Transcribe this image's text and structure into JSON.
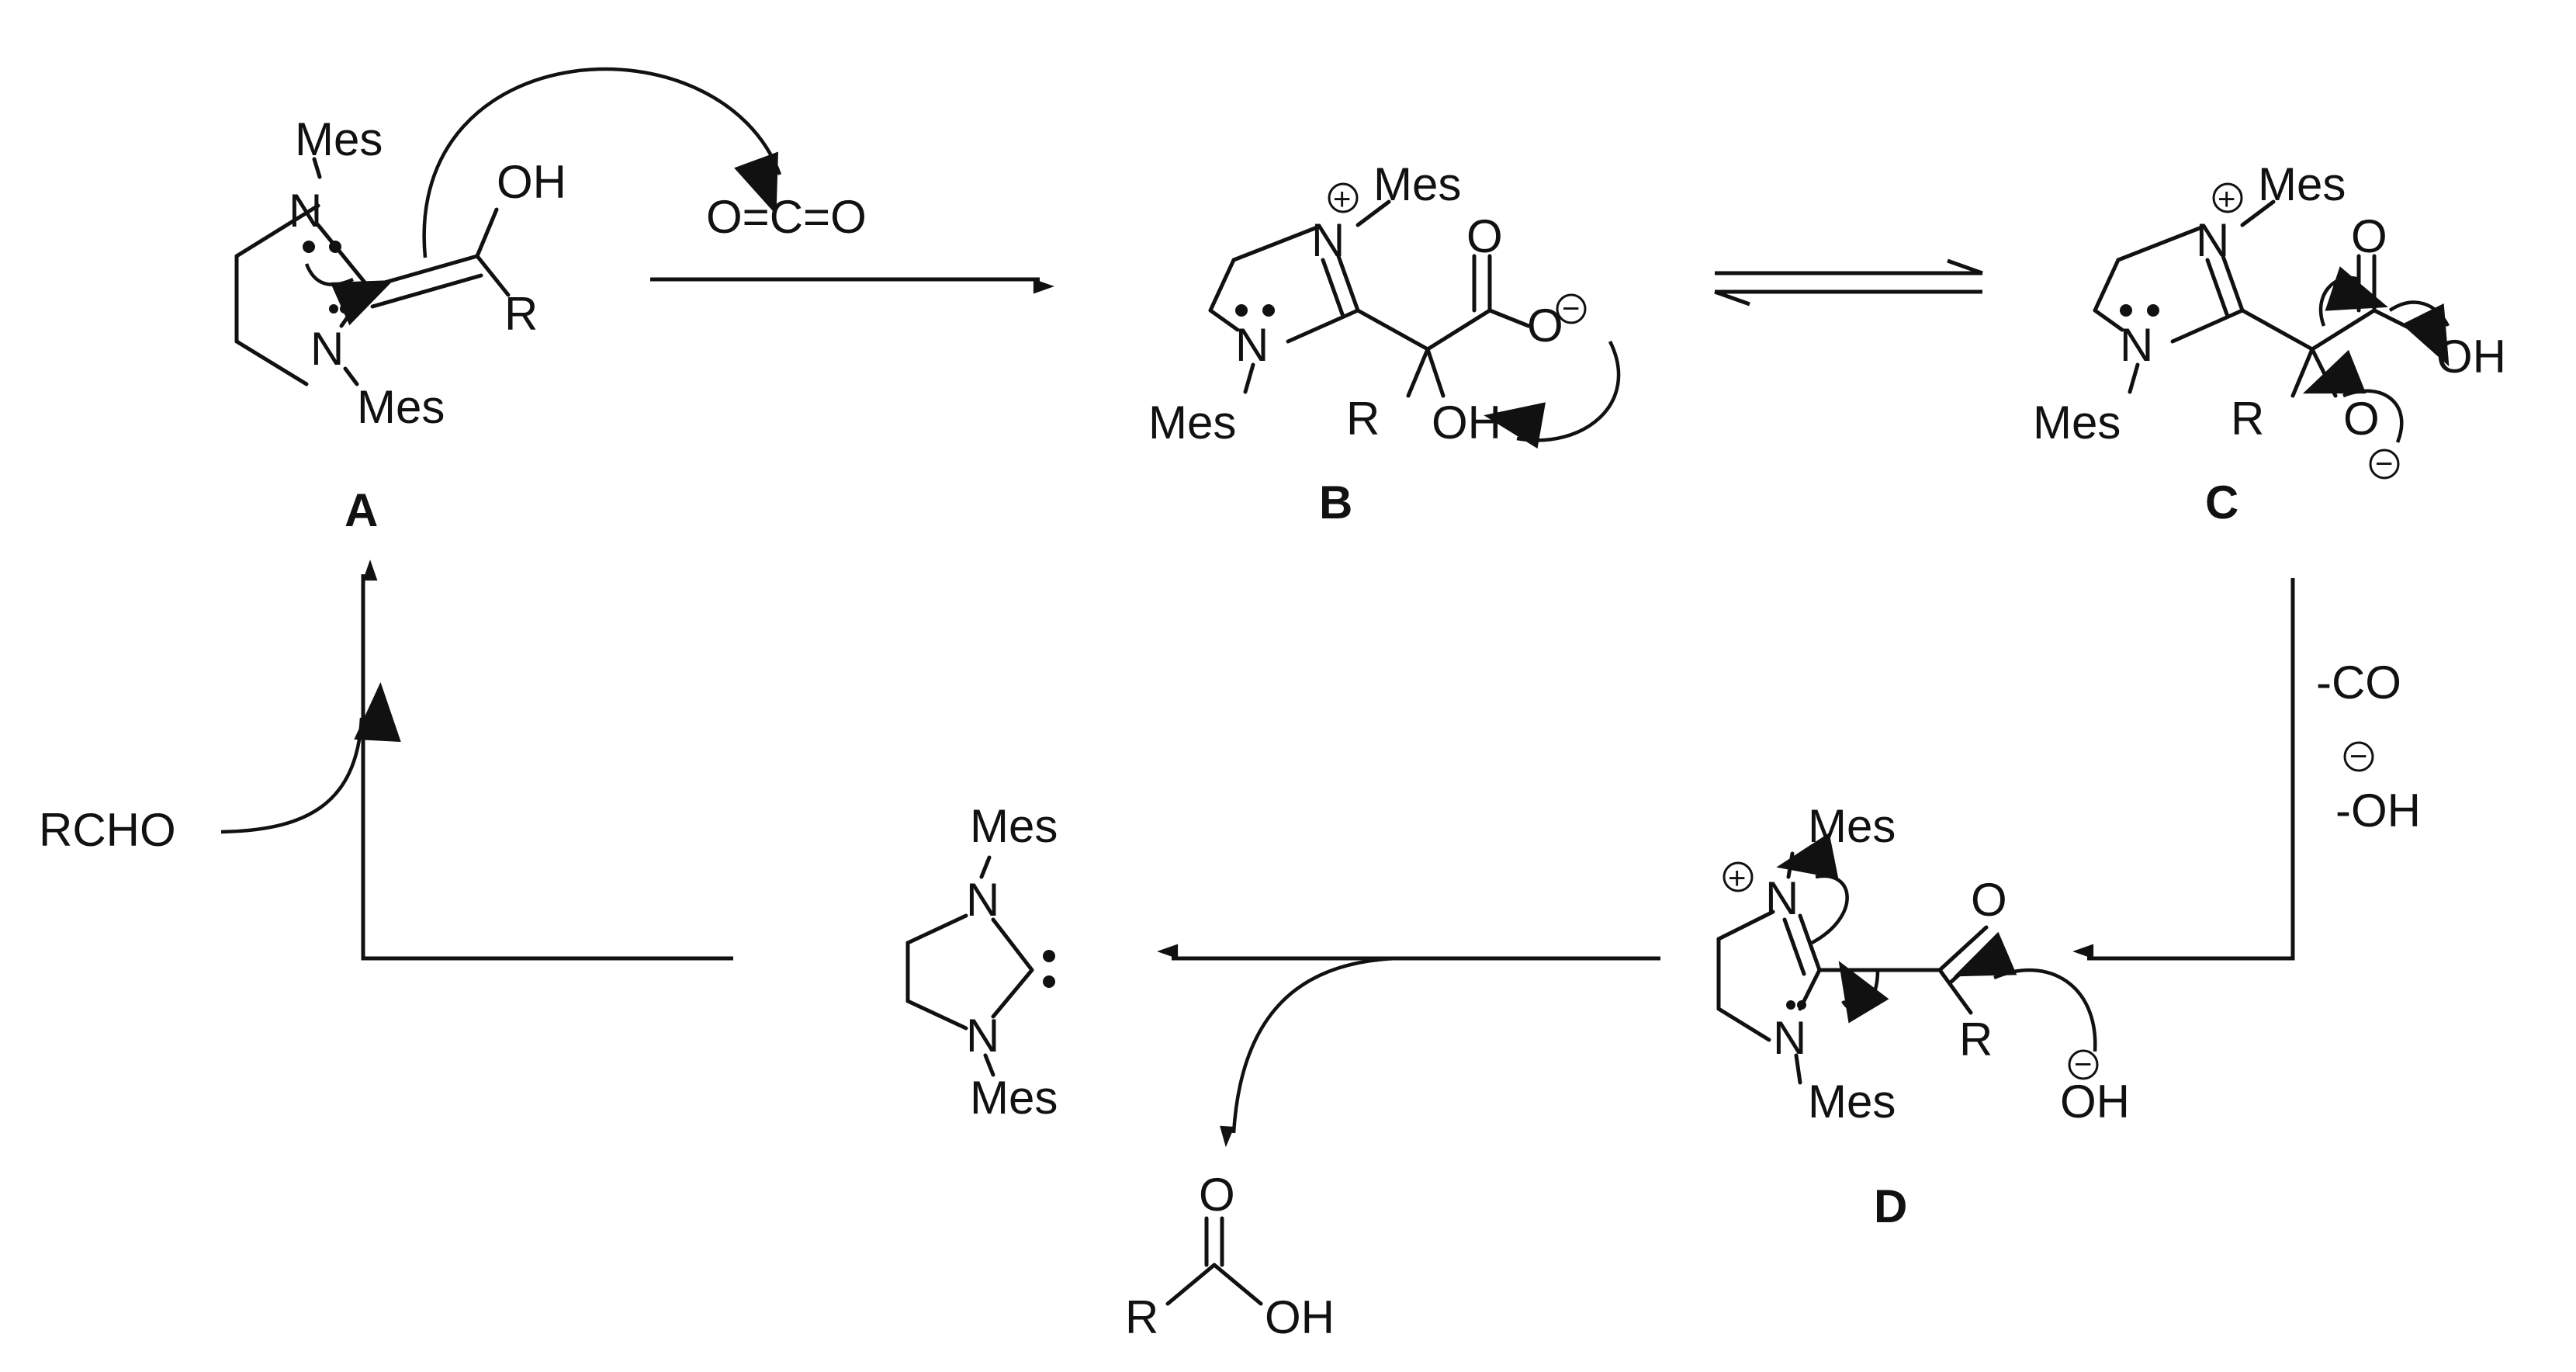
{
  "colors": {
    "ink": "#111111",
    "background": "#ffffff"
  },
  "labels": {
    "A": "A",
    "B": "B",
    "C": "C",
    "D": "D"
  },
  "atoms": {
    "N": "N",
    "Mes": "Mes",
    "R": "R",
    "O": "O",
    "OH": "OH",
    "plus": "+",
    "minus": "−"
  },
  "reagents": {
    "co2": "O=C=O",
    "loss_co": "-CO",
    "loss_oh": "-OH",
    "rcho": "RCHO",
    "minus": "−"
  }
}
